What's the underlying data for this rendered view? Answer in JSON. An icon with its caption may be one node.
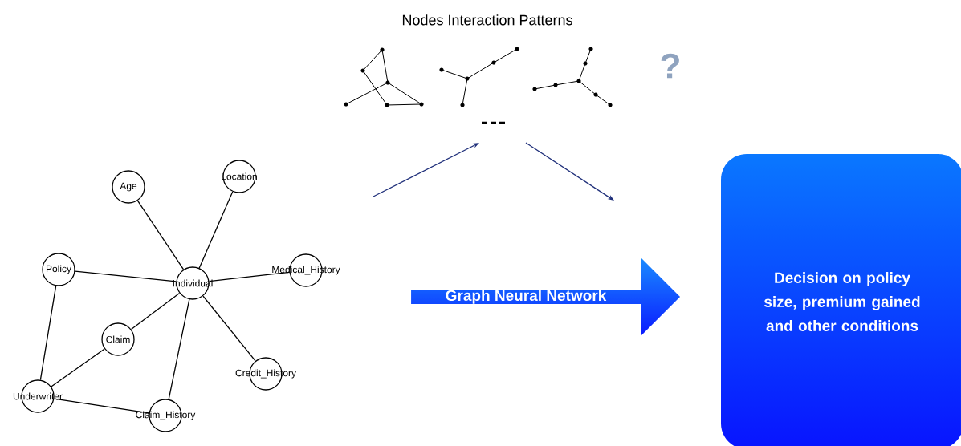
{
  "diagram": {
    "nodes": [
      {
        "text": [
          "Age"
        ]
      },
      {
        "text": [
          "Location"
        ]
      },
      {
        "text": [
          "Policy"
        ]
      },
      {
        "text": [
          "Individual"
        ]
      },
      {
        "text": [
          "Medical_History"
        ]
      },
      {
        "text": [
          "Claim"
        ]
      },
      {
        "text": [
          "Credit_History"
        ]
      },
      {
        "text": [
          "Underwriter"
        ]
      },
      {
        "text": [
          "Claim_History"
        ]
      },
      {
        "text": [
          "Graph Neural Network"
        ]
      },
      {
        "text": [
          "Decision on policy size, premium gained and other conditions"
        ]
      },
      {
        "text": [
          "Nodes Interaction Patterns"
        ]
      }
    ],
    "edges": [
      {
        "from": 0,
        "to": 3,
        "arrow": "none"
      },
      {
        "from": 1,
        "to": 3,
        "arrow": "none"
      },
      {
        "from": 2,
        "to": 3,
        "arrow": "none"
      },
      {
        "from": 4,
        "to": 3,
        "arrow": "none"
      },
      {
        "from": 5,
        "to": 3,
        "arrow": "none"
      },
      {
        "from": 6,
        "to": 3,
        "arrow": "none"
      },
      {
        "from": 8,
        "to": 3,
        "arrow": "none"
      },
      {
        "from": 2,
        "to": 7,
        "arrow": "none"
      },
      {
        "from": 5,
        "to": 7,
        "arrow": "none"
      },
      {
        "from": 7,
        "to": 8,
        "arrow": "none"
      },
      {
        "from": null,
        "to": 11,
        "arrow": "to",
        "color": "#1f2f7a"
      },
      {
        "from": 11,
        "to": null,
        "arrow": "to",
        "color": "#1f2f7a"
      }
    ],
    "labels": [
      "?"
    ]
  }
}
